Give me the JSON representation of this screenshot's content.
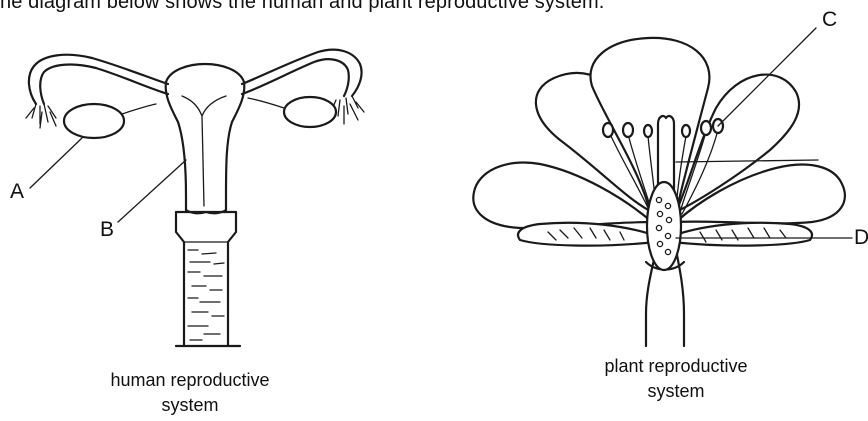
{
  "question": {
    "intro_text": "he diagram below shows the human and plant reproductive system."
  },
  "human": {
    "caption_line1": "human reproductive",
    "caption_line2": "system",
    "labels": {
      "a": "A",
      "b": "B"
    }
  },
  "plant": {
    "caption_line1": "plant reproductive",
    "caption_line2": "system",
    "labels": {
      "c": "C",
      "d": "D"
    }
  }
}
